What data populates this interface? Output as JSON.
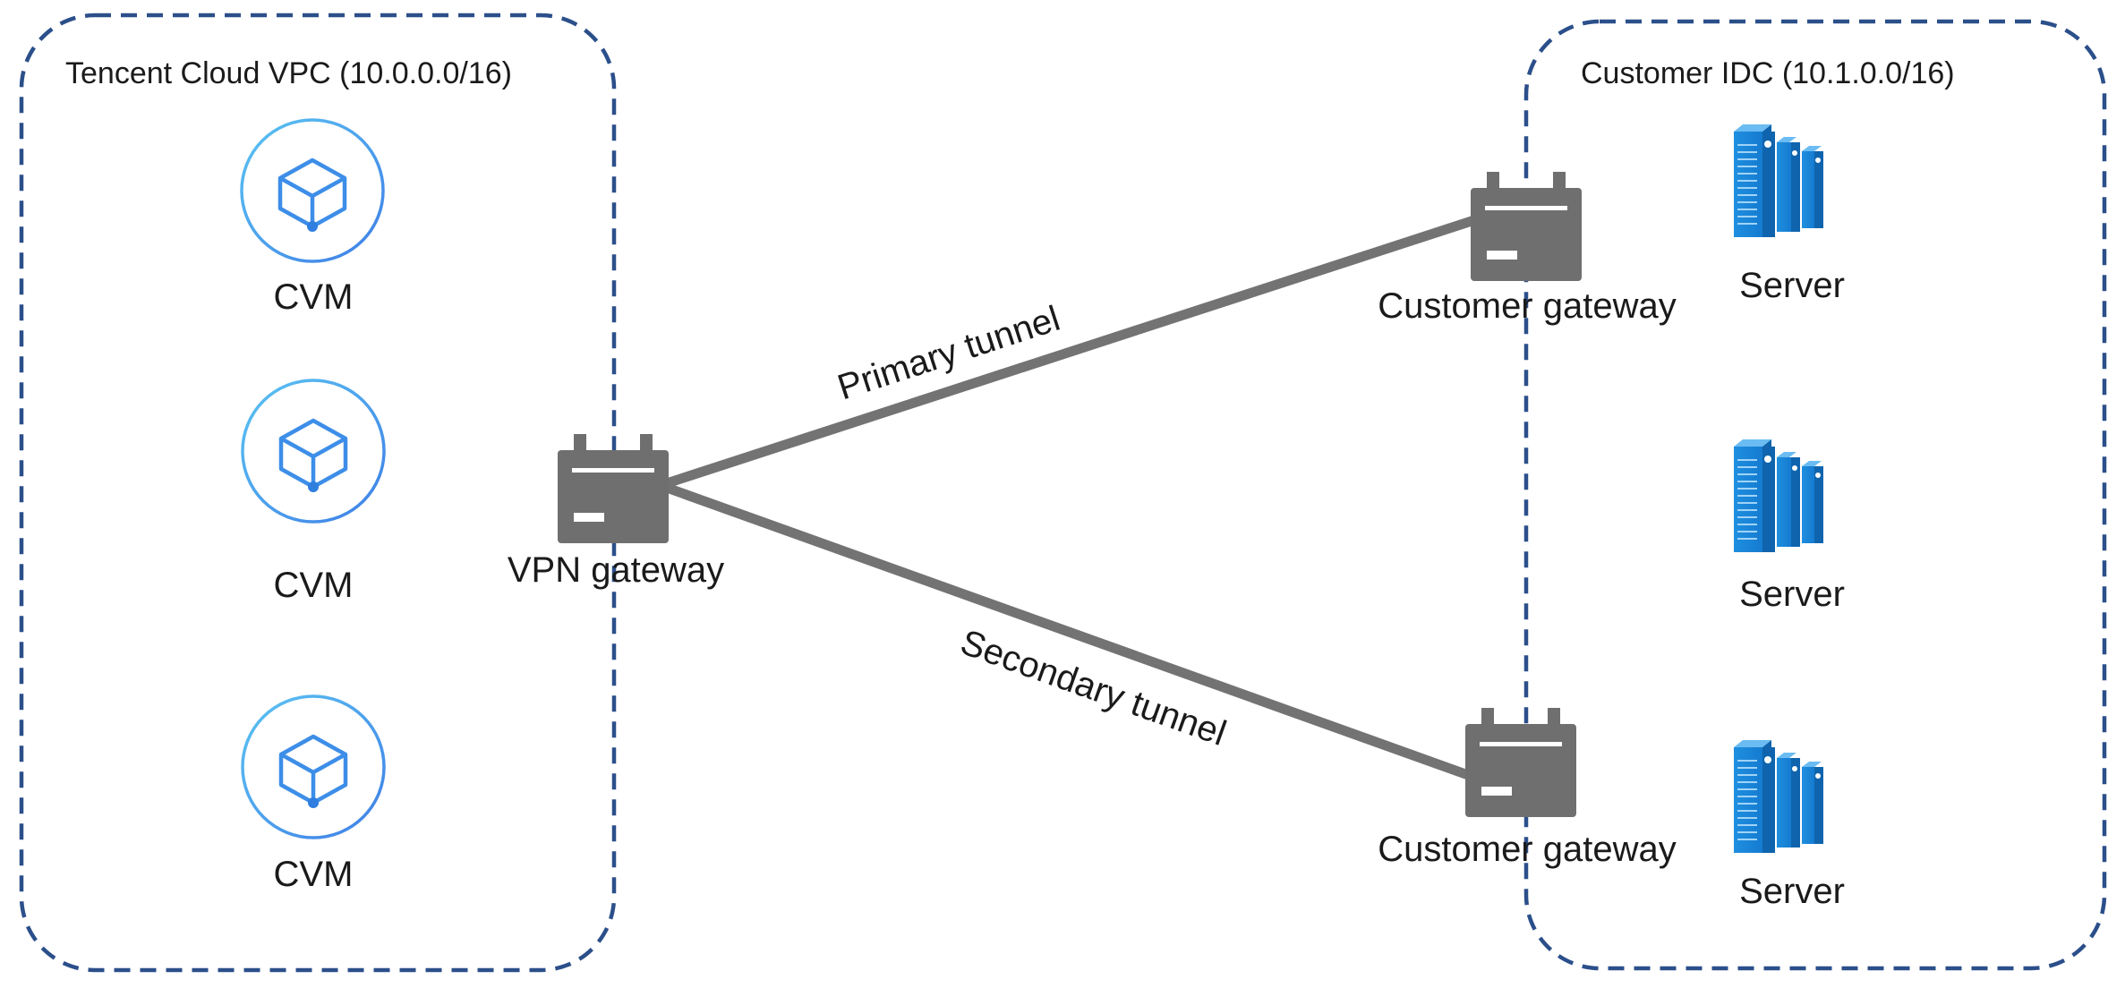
{
  "regions": {
    "vpc": {
      "title": "Tencent Cloud VPC (10.0.0.0/16)"
    },
    "idc": {
      "title": "Customer IDC (10.1.0.0/16)"
    }
  },
  "cvm_nodes": [
    {
      "label": "CVM",
      "icon": "cvm-cube-icon"
    },
    {
      "label": "CVM",
      "icon": "cvm-cube-icon"
    },
    {
      "label": "CVM",
      "icon": "cvm-cube-icon"
    }
  ],
  "vpn_gateway": {
    "label": "VPN gateway",
    "icon": "gateway-icon"
  },
  "customer_gateways": [
    {
      "label": "Customer gateway",
      "icon": "gateway-icon"
    },
    {
      "label": "Customer gateway",
      "icon": "gateway-icon"
    }
  ],
  "servers": [
    {
      "label": "Server",
      "icon": "server-icon"
    },
    {
      "label": "Server",
      "icon": "server-icon"
    },
    {
      "label": "Server",
      "icon": "server-icon"
    }
  ],
  "tunnels": {
    "primary": {
      "label": "Primary tunnel"
    },
    "secondary": {
      "label": "Secondary tunnel"
    }
  },
  "colors": {
    "border": "#2b4f8a",
    "tunnel": "#737373",
    "gateway": "#6f6f6f",
    "cvm_ring": "#4a9fe8",
    "server_blue": "#1e88d8"
  }
}
